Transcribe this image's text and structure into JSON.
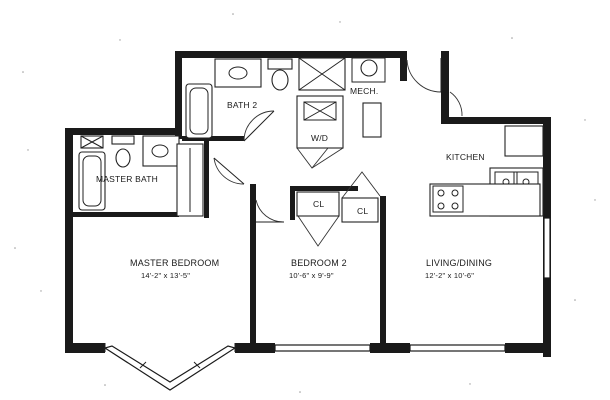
{
  "rooms": {
    "bath_2": {
      "name": "BATH 2"
    },
    "mech": {
      "name": "MECH."
    },
    "wd": {
      "name": "W/D"
    },
    "kitchen": {
      "name": "KITCHEN"
    },
    "master_bath": {
      "name": "MASTER BATH"
    },
    "closet_1": {
      "name": "CL"
    },
    "closet_2": {
      "name": "CL"
    },
    "master_bedroom": {
      "name": "MASTER BEDROOM",
      "dimensions": "14'-2\" x 13'-5\""
    },
    "bedroom_2": {
      "name": "BEDROOM 2",
      "dimensions": "10'-6\" x 9'-9\""
    },
    "living_dining": {
      "name": "LIVING/DINING",
      "dimensions": "12'-2\" x 10'-6\""
    }
  },
  "colors": {
    "wall": "#1a1a1a",
    "paper": "#ffffff"
  }
}
